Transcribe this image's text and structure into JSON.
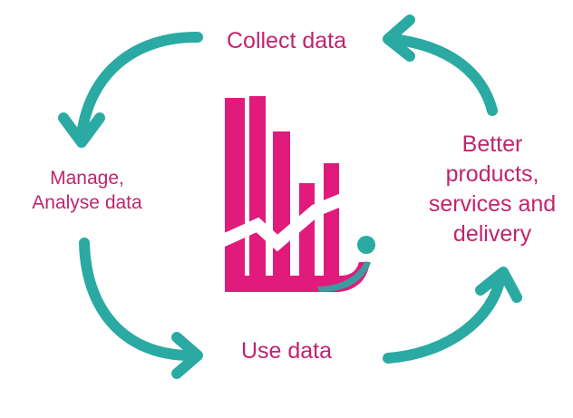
{
  "diagram": {
    "nodes": {
      "collect": "Collect data",
      "manage": "Manage,\nAnalyse data",
      "use": "Use data",
      "better": "Better\nproducts,\nservices and\ndelivery"
    },
    "colors": {
      "arrow": "#2aaaa3",
      "accent": "#e01b7c",
      "text": "#c0246e"
    },
    "icon": "bar-chart-trend-icon"
  }
}
